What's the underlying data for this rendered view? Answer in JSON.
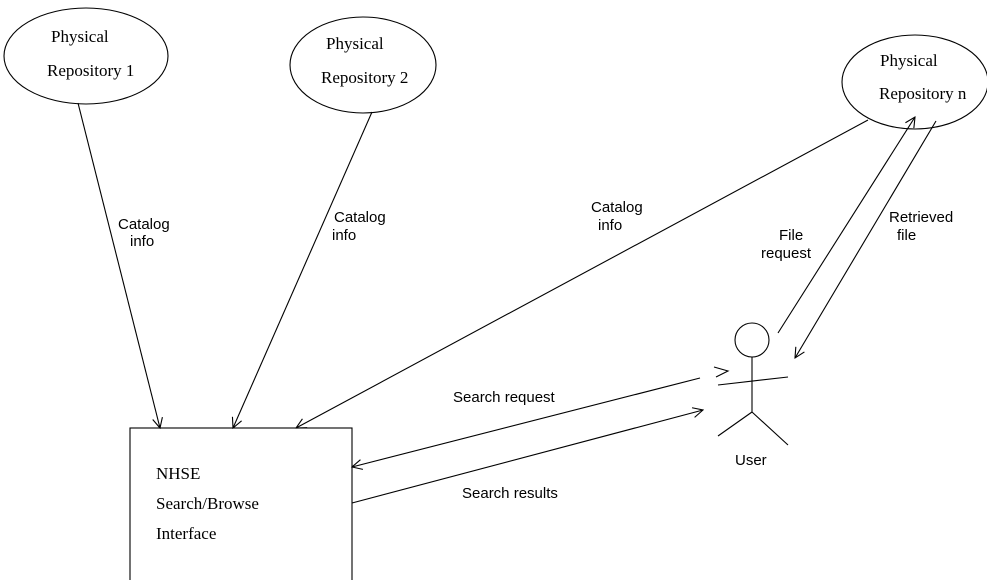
{
  "repositories": {
    "repo1": {
      "line1": "Physical",
      "line2": "Repository 1"
    },
    "repo2": {
      "line1": "Physical",
      "line2": "Repository 2"
    },
    "repoN": {
      "line1": "Physical",
      "line2": "Repository n"
    }
  },
  "labels": {
    "catalog_info": {
      "line1": "Catalog",
      "line2": "info"
    },
    "file_request": {
      "line1": "File",
      "line2": "request"
    },
    "retrieved_file": {
      "line1": "Retrieved",
      "line2": "file"
    },
    "search_request": "Search request",
    "search_results": "Search results"
  },
  "interface_box": {
    "line1": "NHSE",
    "line2": "Search/Browse",
    "line3": "Interface"
  },
  "user": {
    "label": "User"
  }
}
